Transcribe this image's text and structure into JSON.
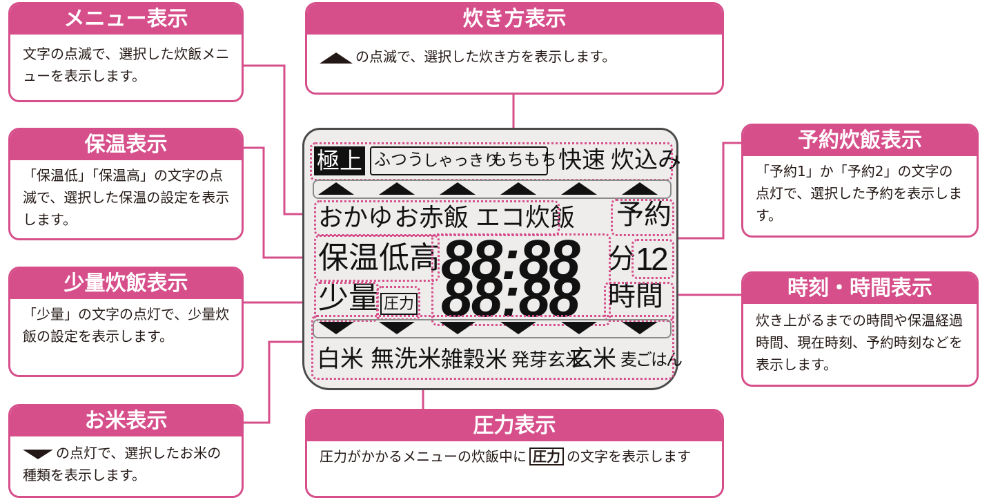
{
  "callouts": {
    "menu": {
      "title": "メニュー表示",
      "body": "文字の点滅で、選択した炊飯メニューを表示します。"
    },
    "cooking_method": {
      "title": "炊き方表示",
      "body": "の点滅で、選択した炊き方を表示します。"
    },
    "keep_warm": {
      "title": "保温表示",
      "body": "「保温低」「保温高」の文字の点滅で、選択した保温の設定を表示します。"
    },
    "small_amount": {
      "title": "少量炊飯表示",
      "body": "「少量」の文字の点灯で、少量炊飯の設定を表示します。"
    },
    "rice_type": {
      "title": "お米表示",
      "body": "の点灯で、選択したお米の種類を表示します。"
    },
    "timer": {
      "title": "予約炊飯表示",
      "body": "「予約1」か「予約2」の文字の点灯で、選択した予約を表示します。"
    },
    "time": {
      "title": "時刻・時間表示",
      "body": "炊き上がるまでの時間や保温経過時間、現在時刻、予約時刻などを表示します。"
    },
    "pressure": {
      "title": "圧力表示",
      "body_before": "圧力がかかるメニューの炊飯中に",
      "badge": "圧力",
      "body_after": "の文字を表示します"
    }
  },
  "lcd": {
    "modes": {
      "gokujo": "極上",
      "futsuu": "ふつう",
      "shakkiri": "しゃっきり",
      "mochimochi": "もちもち",
      "kaisoku": "快速",
      "takikomi": "炊込み"
    },
    "menus": {
      "okayu": "おかゆ",
      "sekihan": "お赤飯",
      "eco": "エコ炊飯"
    },
    "yoyaku": "予約",
    "hoon": "保温",
    "tei": "低",
    "kou": "高",
    "shoryo": "少量",
    "atsuryoku": "圧力",
    "digits_top": "88:88",
    "digits_bottom": "88:88",
    "fun": "分",
    "num_1": "1",
    "num_2": "2",
    "jikan": "時間",
    "rice_types": [
      "白米",
      "無洗米",
      "雑穀米",
      "発芽玄米",
      "玄米",
      "麦ごはん"
    ]
  },
  "colors": {
    "accent": "#d64f8b",
    "lcd_bg": "#eeedec",
    "segment": "#111111"
  },
  "icons": {
    "up_triangle": "up-triangle-icon",
    "down_triangle": "down-triangle-icon"
  }
}
